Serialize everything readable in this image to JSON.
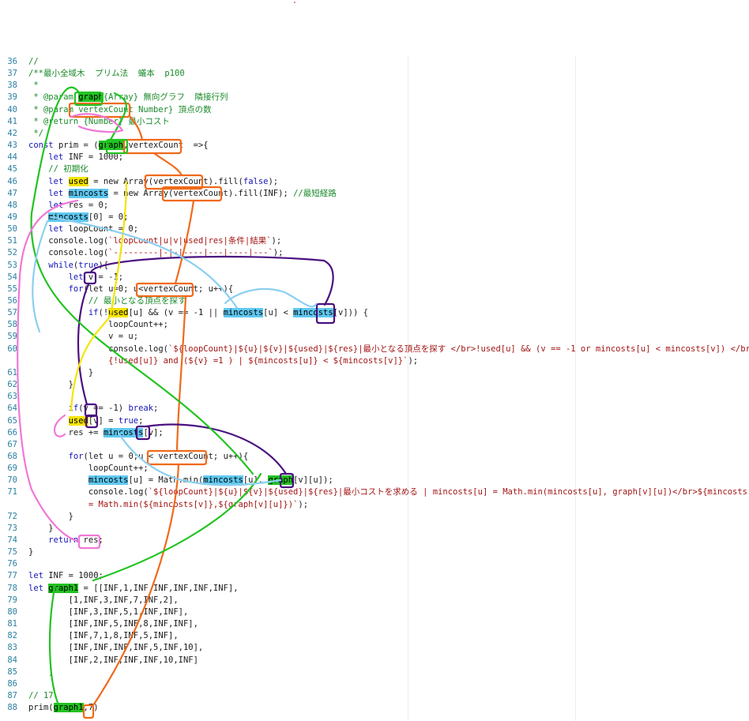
{
  "editor": {
    "lines": [
      {
        "n": "36",
        "tokens": [
          {
            "t": "//",
            "c": "cm"
          }
        ]
      },
      {
        "n": "37",
        "tokens": [
          {
            "t": "/**最小全域木  プリム法  蟻本  p100",
            "c": "cm"
          }
        ]
      },
      {
        "n": "38",
        "tokens": [
          {
            "t": " *",
            "c": "cm"
          }
        ]
      },
      {
        "n": "39",
        "tokens": [
          {
            "t": " * @param ",
            "c": "cm"
          },
          {
            "t": "graph",
            "c": "cm",
            "hl": "green"
          },
          {
            "t": "{Array} 無向グラフ  隣接行列",
            "c": "cm"
          }
        ]
      },
      {
        "n": "40",
        "tokens": [
          {
            "t": " * @param ",
            "c": "cm"
          },
          {
            "t": "vertexCount",
            "c": "cm"
          },
          {
            "t": " Number} 頂点の数",
            "c": "cm"
          }
        ]
      },
      {
        "n": "41",
        "tokens": [
          {
            "t": " * @return {Number} 最小コスト",
            "c": "cm"
          }
        ]
      },
      {
        "n": "42",
        "tokens": [
          {
            "t": " */",
            "c": "cm"
          }
        ]
      },
      {
        "n": "43",
        "tokens": [
          {
            "t": "const ",
            "c": "kw"
          },
          {
            "t": "prim = (",
            "c": "plain"
          },
          {
            "t": "graph",
            "c": "plain",
            "hl": "green"
          },
          {
            "t": ",",
            "c": "plain"
          },
          {
            "t": "vertexCount",
            "c": "plain"
          },
          {
            "t": "  =>{",
            "c": "plain"
          }
        ]
      },
      {
        "n": "44",
        "tokens": [
          {
            "t": "    let ",
            "c": "kw"
          },
          {
            "t": "INF = 1000;",
            "c": "plain"
          }
        ]
      },
      {
        "n": "45",
        "tokens": [
          {
            "t": "    // 初期化",
            "c": "cm"
          }
        ]
      },
      {
        "n": "46",
        "tokens": [
          {
            "t": "    let ",
            "c": "kw"
          },
          {
            "t": "used",
            "c": "plain",
            "hl": "yellow"
          },
          {
            "t": " = new Array(",
            "c": "plain"
          },
          {
            "t": "vertexCount",
            "c": "plain"
          },
          {
            "t": ").fill(",
            "c": "plain"
          },
          {
            "t": "false",
            "c": "kw"
          },
          {
            "t": ");",
            "c": "plain"
          }
        ]
      },
      {
        "n": "47",
        "tokens": [
          {
            "t": "    let ",
            "c": "kw"
          },
          {
            "t": "mincosts",
            "c": "plain",
            "hl": "blue"
          },
          {
            "t": " = new Array(",
            "c": "plain"
          },
          {
            "t": "vertexCount",
            "c": "plain"
          },
          {
            "t": ").fill(INF); ",
            "c": "plain"
          },
          {
            "t": "//最短経路",
            "c": "cm"
          }
        ]
      },
      {
        "n": "48",
        "tokens": [
          {
            "t": "    let ",
            "c": "kw"
          },
          {
            "t": "res = 0;",
            "c": "plain"
          }
        ]
      },
      {
        "n": "49",
        "tokens": [
          {
            "t": "    ",
            "c": "plain"
          },
          {
            "t": "mincosts",
            "c": "plain",
            "hl": "blue"
          },
          {
            "t": "[0] = 0;",
            "c": "plain"
          }
        ]
      },
      {
        "n": "50",
        "tokens": [
          {
            "t": "    let ",
            "c": "kw"
          },
          {
            "t": "loopCount = 0;",
            "c": "plain"
          }
        ]
      },
      {
        "n": "51",
        "tokens": [
          {
            "t": "    console.log(",
            "c": "plain"
          },
          {
            "t": "`loopCount|u|v|used|res|条件|結果`",
            "c": "str"
          },
          {
            "t": ");",
            "c": "plain"
          }
        ]
      },
      {
        "n": "52",
        "tokens": [
          {
            "t": "    console.log(",
            "c": "plain"
          },
          {
            "t": "`---------|-|-|----|---|----|---`",
            "c": "str"
          },
          {
            "t": ");",
            "c": "plain"
          }
        ]
      },
      {
        "n": "53",
        "tokens": [
          {
            "t": "    while",
            "c": "kw"
          },
          {
            "t": "(",
            "c": "plain"
          },
          {
            "t": "true",
            "c": "kw"
          },
          {
            "t": "){",
            "c": "plain"
          }
        ]
      },
      {
        "n": "54",
        "tokens": [
          {
            "t": "        let ",
            "c": "kw"
          },
          {
            "t": "v = -1;",
            "c": "plain"
          }
        ]
      },
      {
        "n": "55",
        "tokens": [
          {
            "t": "        for",
            "c": "kw"
          },
          {
            "t": "(let u=0; u<",
            "c": "plain"
          },
          {
            "t": "vertexCount",
            "c": "plain"
          },
          {
            "t": "; u++){",
            "c": "plain"
          }
        ]
      },
      {
        "n": "56",
        "tokens": [
          {
            "t": "            // 最小となる頂点を探す",
            "c": "cm"
          }
        ]
      },
      {
        "n": "57",
        "tokens": [
          {
            "t": "            if",
            "c": "kw"
          },
          {
            "t": "(!",
            "c": "plain"
          },
          {
            "t": "used",
            "c": "plain",
            "hl": "yellow"
          },
          {
            "t": "[u] && (v == -1 || ",
            "c": "plain"
          },
          {
            "t": "mincosts",
            "c": "plain",
            "hl": "blue"
          },
          {
            "t": "[u] < ",
            "c": "plain"
          },
          {
            "t": "mincosts",
            "c": "plain",
            "hl": "blue"
          },
          {
            "t": "[v])) {",
            "c": "plain"
          }
        ]
      },
      {
        "n": "58",
        "tokens": [
          {
            "t": "                loopCount++;",
            "c": "plain"
          }
        ]
      },
      {
        "n": "59",
        "tokens": [
          {
            "t": "                v = u;",
            "c": "plain"
          }
        ]
      },
      {
        "n": "60",
        "tokens": [
          {
            "t": "                console.log(",
            "c": "plain"
          },
          {
            "t": "`${loopCount}|${u}|${v}|${used}|${res}|最小となる頂点を探す </br>!used[u] && (v == -1 or mincosts[u] < mincosts[v]) </br>$",
            "c": "str"
          }
        ]
      },
      {
        "n": "",
        "tokens": [
          {
            "t": "                {!used[u]} and (${v} =1 ) | ${mincosts[u]} < ${mincosts[v]}`",
            "c": "str"
          },
          {
            "t": ");",
            "c": "plain"
          }
        ]
      },
      {
        "n": "61",
        "tokens": [
          {
            "t": "            }",
            "c": "plain"
          }
        ]
      },
      {
        "n": "62",
        "tokens": [
          {
            "t": "        }",
            "c": "plain"
          }
        ]
      },
      {
        "n": "63",
        "tokens": []
      },
      {
        "n": "64",
        "tokens": [
          {
            "t": "        if",
            "c": "kw"
          },
          {
            "t": "(v == -1) ",
            "c": "plain"
          },
          {
            "t": "break",
            "c": "kw"
          },
          {
            "t": ";",
            "c": "plain"
          }
        ]
      },
      {
        "n": "65",
        "tokens": [
          {
            "t": "        ",
            "c": "plain"
          },
          {
            "t": "used",
            "c": "plain",
            "hl": "yellow"
          },
          {
            "t": "[v] = ",
            "c": "plain"
          },
          {
            "t": "true",
            "c": "kw"
          },
          {
            "t": ";",
            "c": "plain"
          }
        ]
      },
      {
        "n": "66",
        "tokens": [
          {
            "t": "        res += ",
            "c": "plain"
          },
          {
            "t": "mincosts",
            "c": "plain",
            "hl": "blue"
          },
          {
            "t": "[v];",
            "c": "plain"
          }
        ]
      },
      {
        "n": "67",
        "tokens": []
      },
      {
        "n": "68",
        "tokens": [
          {
            "t": "        for",
            "c": "kw"
          },
          {
            "t": "(let u = 0;u < ",
            "c": "plain"
          },
          {
            "t": "vertexCount",
            "c": "plain"
          },
          {
            "t": "; u++){",
            "c": "plain"
          }
        ]
      },
      {
        "n": "69",
        "tokens": [
          {
            "t": "            loopCount++;",
            "c": "plain"
          }
        ]
      },
      {
        "n": "70",
        "tokens": [
          {
            "t": "            ",
            "c": "plain"
          },
          {
            "t": "mincosts",
            "c": "plain",
            "hl": "blue"
          },
          {
            "t": "[u] = Math.min(",
            "c": "plain"
          },
          {
            "t": "mincosts",
            "c": "plain",
            "hl": "blue"
          },
          {
            "t": "[u], ",
            "c": "plain"
          },
          {
            "t": "graph",
            "c": "plain",
            "hl": "green"
          },
          {
            "t": "[v][u]);",
            "c": "plain"
          }
        ]
      },
      {
        "n": "71",
        "tokens": [
          {
            "t": "            console.log(",
            "c": "plain"
          },
          {
            "t": "`${loopCount}|${u}|${v}|${used}|${res}|最小コストを求める | mincosts[u] = Math.min(mincosts[u], graph[v][u])</br>${mincosts[u]}",
            "c": "str"
          }
        ]
      },
      {
        "n": "",
        "tokens": [
          {
            "t": "            = Math.min(${mincosts[v]},${graph[v][u]})`",
            "c": "str"
          },
          {
            "t": ");",
            "c": "plain"
          }
        ]
      },
      {
        "n": "72",
        "tokens": [
          {
            "t": "        }",
            "c": "plain"
          }
        ]
      },
      {
        "n": "73",
        "tokens": [
          {
            "t": "    }",
            "c": "plain"
          }
        ]
      },
      {
        "n": "74",
        "tokens": [
          {
            "t": "    return ",
            "c": "kw"
          },
          {
            "t": "res;",
            "c": "plain"
          }
        ]
      },
      {
        "n": "75",
        "tokens": [
          {
            "t": "}",
            "c": "plain"
          }
        ]
      },
      {
        "n": "76",
        "tokens": []
      },
      {
        "n": "77",
        "tokens": [
          {
            "t": "let ",
            "c": "kw"
          },
          {
            "t": "INF = 1000;",
            "c": "plain"
          }
        ]
      },
      {
        "n": "78",
        "tokens": [
          {
            "t": "let ",
            "c": "kw"
          },
          {
            "t": "graph1",
            "c": "plain",
            "hl": "green"
          },
          {
            "t": " = [[INF,1,INF,INF,INF,INF,INF],",
            "c": "plain"
          }
        ]
      },
      {
        "n": "79",
        "tokens": [
          {
            "t": "        [1,INF,3,INF,7,INF,2],",
            "c": "plain"
          }
        ]
      },
      {
        "n": "80",
        "tokens": [
          {
            "t": "        [INF,3,INF,5,1,INF,INF],",
            "c": "plain"
          }
        ]
      },
      {
        "n": "81",
        "tokens": [
          {
            "t": "        [INF,INF,5,INF,8,INF,INF],",
            "c": "plain"
          }
        ]
      },
      {
        "n": "82",
        "tokens": [
          {
            "t": "        [INF,7,1,8,INF,5,INF],",
            "c": "plain"
          }
        ]
      },
      {
        "n": "83",
        "tokens": [
          {
            "t": "        [INF,INF,INF,INF,5,INF,10],",
            "c": "plain"
          }
        ]
      },
      {
        "n": "84",
        "tokens": [
          {
            "t": "        [INF,2,INF,INF,INF,10,INF]",
            "c": "plain"
          }
        ]
      },
      {
        "n": "85",
        "tokens": [
          {
            "t": "    ]",
            "c": "plain"
          }
        ]
      },
      {
        "n": "86",
        "tokens": []
      },
      {
        "n": "87",
        "tokens": [
          {
            "t": "// 17",
            "c": "cm"
          }
        ]
      },
      {
        "n": "88",
        "tokens": [
          {
            "t": "prim(",
            "c": "plain"
          },
          {
            "t": "graph1",
            "c": "plain",
            "hl": "green"
          },
          {
            "t": ",7)",
            "c": "plain"
          }
        ]
      }
    ]
  },
  "colors": {
    "green": "#22c322",
    "blue": "#5fc8f0",
    "yellow": "#f5e400",
    "orange": "#f06a1a",
    "purple": "#4a1080",
    "pink": "#f078d8",
    "lightblue": "#8ccff0"
  }
}
